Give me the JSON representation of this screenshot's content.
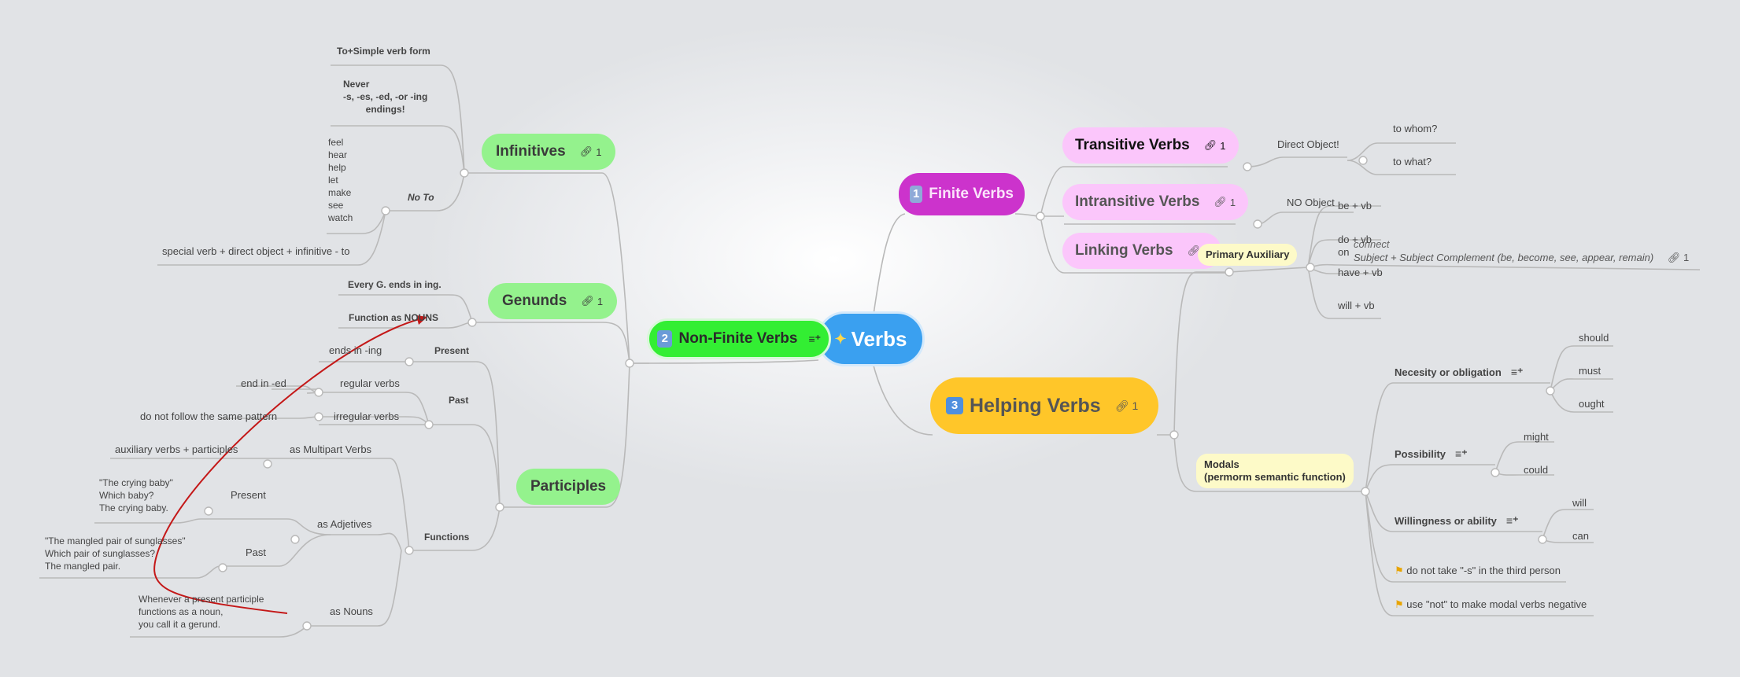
{
  "central": {
    "label": "Verbs",
    "icon": "sparkles-icon"
  },
  "finite": {
    "num": "1",
    "label": "Finite Verbs",
    "transitive": {
      "label": "Transitive Verbs",
      "links": "1",
      "child": "Direct Object!",
      "q1": "to whom?",
      "q2": "to what?"
    },
    "intransitive": {
      "label": "Intransitive Verbs",
      "links": "1",
      "child": "NO Object"
    },
    "linking": {
      "label": "Linking Verbs",
      "links": "1",
      "child": "on",
      "connect": "connect",
      "formula": "Subject + Subject Complement (be, become, see, appear, remain)",
      "formula_links": "1"
    }
  },
  "helping": {
    "num": "3",
    "label": "Helping Verbs",
    "links": "1",
    "primary": {
      "label": "Primary Auxiliary",
      "items": [
        "be + vb",
        "do + vb",
        "have + vb",
        "will + vb"
      ]
    },
    "modals": {
      "line1": "Modals",
      "line2": "(permorm semantic function)",
      "necesity": {
        "label": "Necesity or obligation",
        "items": [
          "should",
          "must",
          "ought"
        ]
      },
      "possibility": {
        "label": "Possibility",
        "items": [
          "might",
          "could"
        ]
      },
      "willingness": {
        "label": "Willingness or ability",
        "items": [
          "will",
          "can"
        ]
      },
      "note1": "do not take \"-s\" in the third person",
      "note2": "use \"not\" to make modal verbs negative"
    }
  },
  "nonfinite": {
    "num": "2",
    "label": "Non-Finite Verbs",
    "infinitives": {
      "label": "Infinitives",
      "links": "1",
      "rule1": "To+Simple verb form",
      "rule2": [
        "Never",
        "-s, -es, -ed, -or -ing",
        "endings!"
      ],
      "noto": "No To",
      "noto_verbs": [
        "feel",
        "hear",
        "help",
        "let",
        "make",
        "see",
        "watch"
      ],
      "special": "special verb + direct object + infinitive - to"
    },
    "gerunds": {
      "label": "Genunds",
      "links": "1",
      "rule1": "Every G. ends in ing.",
      "rule2": "Function as NOUNS"
    },
    "participles": {
      "label": "Participles",
      "present": {
        "label": "Present",
        "child": "ends in -ing"
      },
      "past": {
        "label": "Past",
        "regular": "regular verbs",
        "regular_child": "end in -ed",
        "irregular": "irregular verbs",
        "irregular_child": "do not follow the same pattern"
      },
      "functions": {
        "label": "Functions",
        "multipart": "as Multipart Verbs",
        "multipart_child": "auxiliary verbs + participles",
        "adjetives": "as Adjetives",
        "adj_present": "Present",
        "adj_present_ex": [
          "\"The crying baby\"",
          "Which baby?",
          "The crying baby."
        ],
        "adj_past": "Past",
        "adj_past_ex": [
          "\"The mangled pair of sunglasses\"",
          "Which pair of sunglasses?",
          "The mangled pair."
        ],
        "nouns": "as Nouns",
        "nouns_ex": [
          "Whenever a present participle",
          "functions as a noun,",
          "you call it a gerund."
        ]
      }
    }
  },
  "colors": {
    "central": "#3aa0f0",
    "finite": "#cc33cc",
    "nonfinite": "#33ee33",
    "helping": "#ffc629",
    "green_branch": "#94f28d",
    "pink_branch": "#fbc6fb",
    "yellow_branch": "#fdfac8",
    "relation_arrow": "#c41818"
  }
}
